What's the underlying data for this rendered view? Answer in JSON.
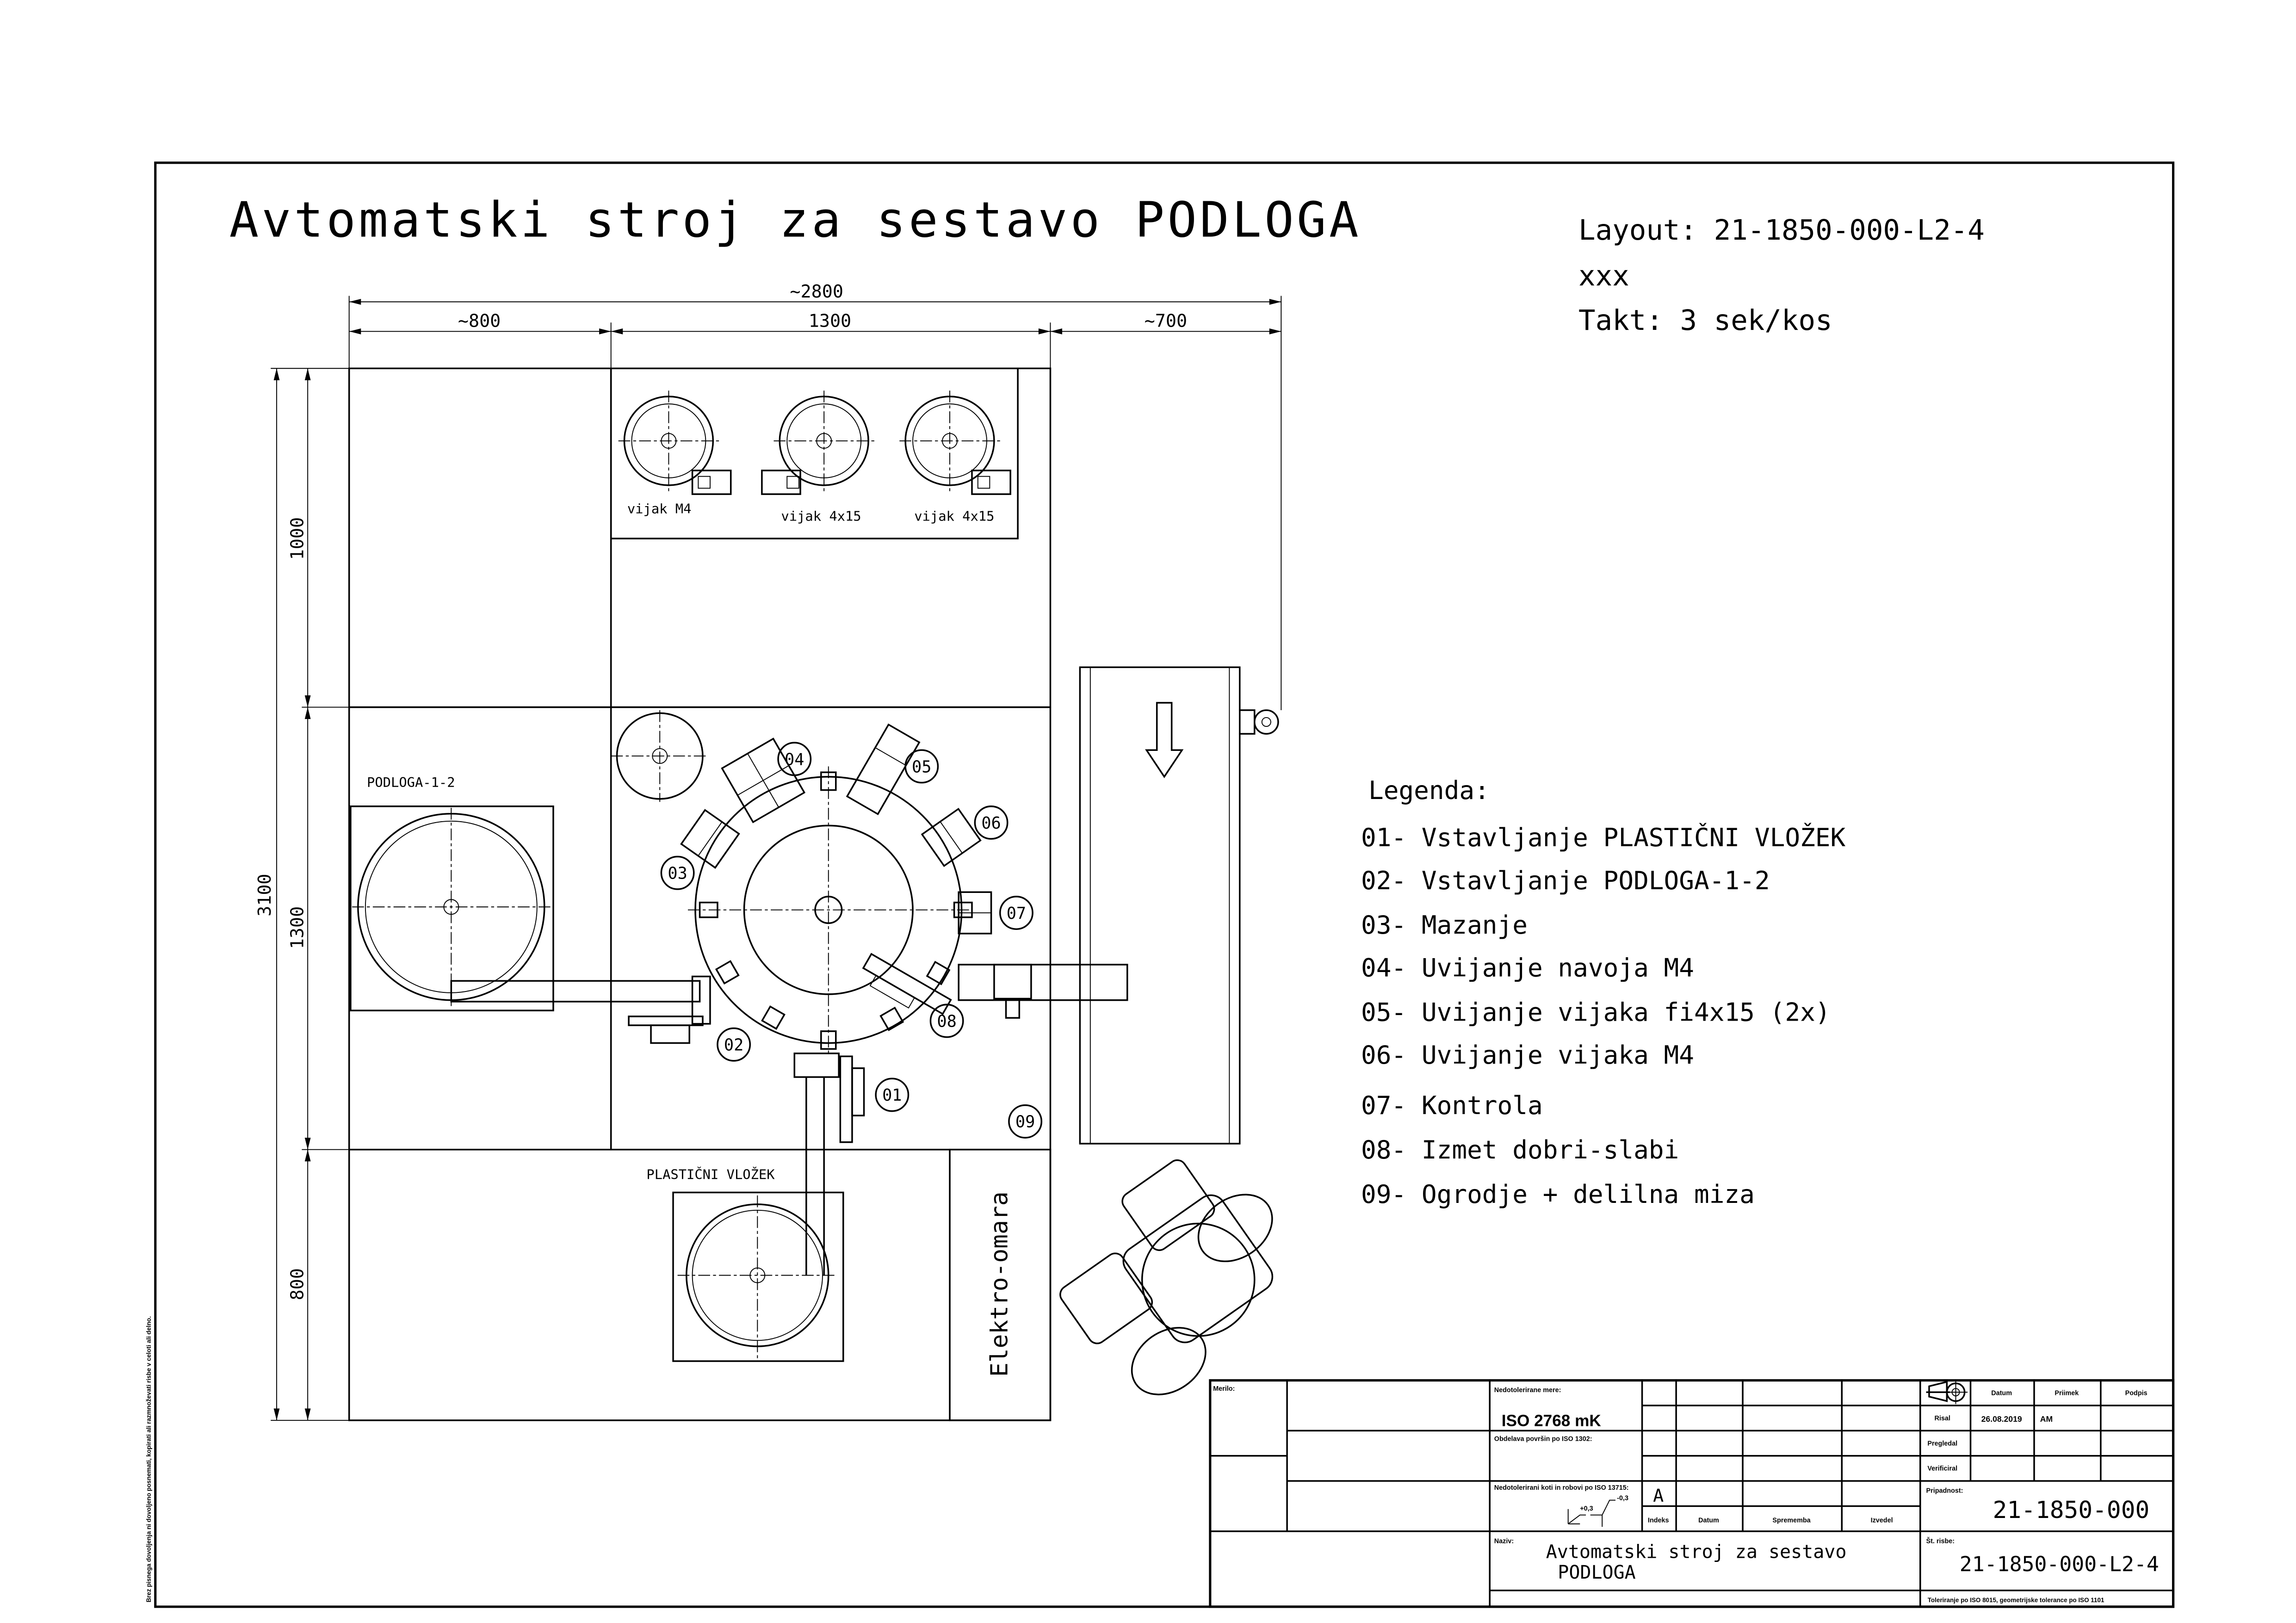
{
  "header": {
    "title": "Avtomatski stroj za sestavo PODLOGA",
    "layout": "Layout: 21-1850-000-L2-4",
    "placeholder": "xxx",
    "takt": "Takt: 3 sek/kos"
  },
  "dimensions": {
    "overall_width": "~2800",
    "width_left": "~800",
    "width_middle": "1300",
    "width_right": "~700",
    "overall_height": "3100",
    "height_top": "1000",
    "height_middle": "1300",
    "height_bottom": "800"
  },
  "layout": {
    "feeders": [
      "vijak M4",
      "vijak 4x15",
      "vijak 4x15"
    ],
    "podloga_feeder": "PODLOGA-1-2",
    "plastic_feeder": "PLASTIČNI VLOŽEK",
    "cabinet": "Elektro-omara",
    "stations": [
      "01",
      "02",
      "03",
      "04",
      "05",
      "06",
      "07",
      "08",
      "09"
    ]
  },
  "legend": {
    "title": "Legenda:",
    "items": [
      "01- Vstavljanje PLASTIČNI VLOŽEK",
      "02- Vstavljanje PODLOGA-1-2",
      "03- Mazanje",
      "04- Uvijanje navoja M4",
      "05- Uvijanje vijaka fi4x15 (2x)",
      "06- Uvijanje vijaka M4",
      "07- Kontrola",
      "08- Izmet dobri-slabi",
      "09- Ogrodje + delilna miza"
    ]
  },
  "title_block": {
    "scale_label": "Merilo:",
    "tolerance_label": "Nedotolerirane mere:",
    "tolerance_value": "ISO 2768 mK",
    "surface_label": "Obdelava površin po ISO 1302:",
    "edges_label": "Nedotolerirani koti in robovi po ISO 13715:",
    "edge_plus": "+0,3",
    "edge_minus": "-0,3",
    "revision_index": "A",
    "rev_headers": [
      "Indeks",
      "Datum",
      "Sprememba",
      "Izvedel"
    ],
    "name_label": "Naziv:",
    "name_line1": "Avtomatski stroj za sestavo",
    "name_line2": "PODLOGA",
    "sign_headers": [
      "Datum",
      "Priimek",
      "Podpis"
    ],
    "roles": [
      "Risal",
      "Pregledal",
      "Verificiral"
    ],
    "drawn_date": "26.08.2019",
    "drawn_by": "AM",
    "belongs_label": "Pripadnost:",
    "belongs_value": "21-1850-000",
    "drawing_no_label": "Št. risbe:",
    "drawing_no_value": "21-1850-000-L2-4",
    "footer_note": "Toleriranje po ISO 8015, geometrijske tolerance po ISO 1101"
  },
  "margin_note": "Brez pisnega dovoljenja ni dovoljeno posnemati, kopirati ali razmnoževati risbe v celoti ali delno."
}
